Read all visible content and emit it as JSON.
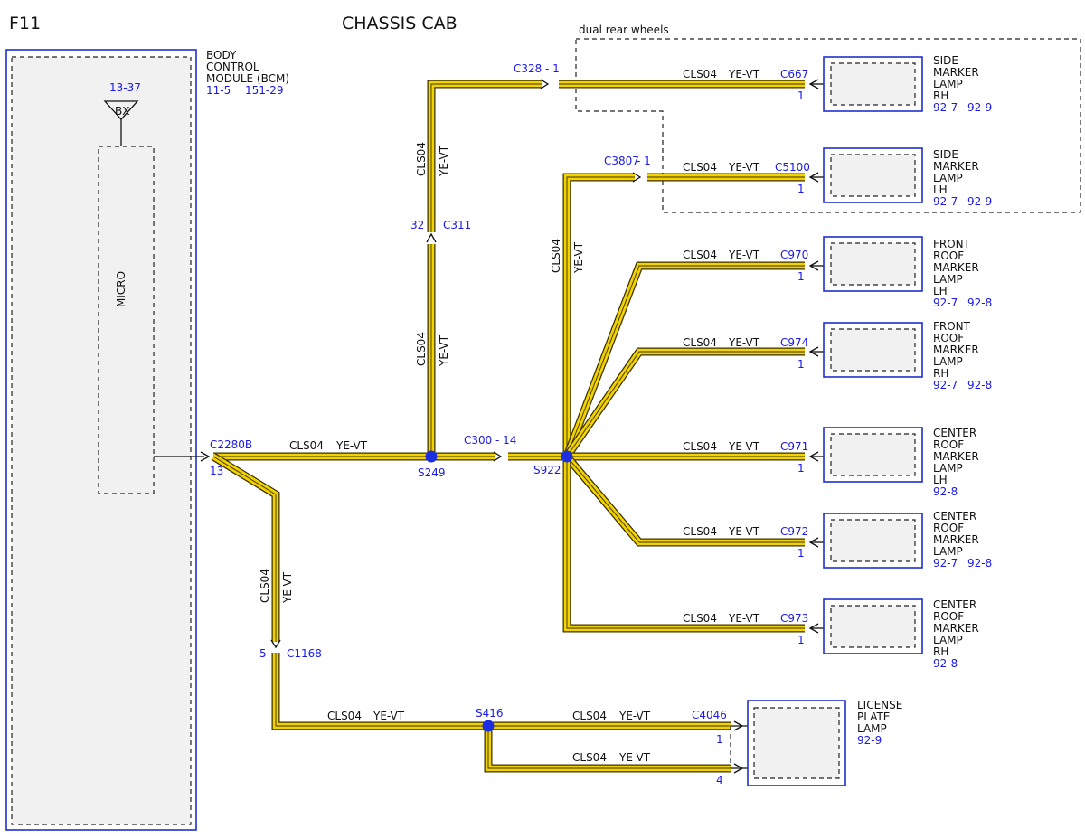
{
  "page_id": "F11",
  "title": "CHASSIS CAB",
  "optional_group_label": "dual rear wheels",
  "bcm": {
    "name_lines": [
      "BODY",
      "CONTROL",
      "MODULE (BCM)"
    ],
    "ref_a": "11-5",
    "ref_b": "151-29",
    "ground_ref": "13-37",
    "ground_label": "BX",
    "micro_label": "MICRO",
    "connector": "C2280B",
    "pin": "13"
  },
  "wire": {
    "circuit": "CLS04",
    "color": "YE-VT"
  },
  "splices": {
    "s249": "S249",
    "s922": "S922",
    "s416": "S416"
  },
  "inline_connectors": {
    "c328": {
      "id": "C328",
      "pin": "- 1"
    },
    "c311": {
      "id": "C311",
      "pin": "32"
    },
    "c300": {
      "id": "C300",
      "pin": "- 14"
    },
    "c3807": {
      "id": "C3807",
      "pin": "- 1"
    },
    "c1168": {
      "id": "C1168",
      "pin": "5"
    }
  },
  "loads": {
    "side_rh": {
      "connector": "C667",
      "pin": "1",
      "name_lines": [
        "SIDE",
        "MARKER",
        "LAMP",
        "RH"
      ],
      "ref_a": "92-7",
      "ref_b": "92-9"
    },
    "side_lh": {
      "connector": "C5100",
      "pin": "1",
      "name_lines": [
        "SIDE",
        "MARKER",
        "LAMP",
        "LH"
      ],
      "ref_a": "92-7",
      "ref_b": "92-9"
    },
    "front_lh": {
      "connector": "C970",
      "pin": "1",
      "name_lines": [
        "FRONT",
        "ROOF",
        "MARKER",
        "LAMP",
        "LH"
      ],
      "ref_a": "92-7",
      "ref_b": "92-8"
    },
    "front_rh": {
      "connector": "C974",
      "pin": "1",
      "name_lines": [
        "FRONT",
        "ROOF",
        "MARKER",
        "LAMP",
        "RH"
      ],
      "ref_a": "92-7",
      "ref_b": "92-8"
    },
    "center_lh": {
      "connector": "C971",
      "pin": "1",
      "name_lines": [
        "CENTER",
        "ROOF",
        "MARKER",
        "LAMP",
        "LH"
      ],
      "ref_a": "92-8"
    },
    "center_m": {
      "connector": "C972",
      "pin": "1",
      "name_lines": [
        "CENTER",
        "ROOF",
        "MARKER",
        "LAMP"
      ],
      "ref_a": "92-7",
      "ref_b": "92-8"
    },
    "center_rh": {
      "connector": "C973",
      "pin": "1",
      "name_lines": [
        "CENTER",
        "ROOF",
        "MARKER",
        "LAMP",
        "RH"
      ],
      "ref_a": "92-8"
    },
    "license": {
      "connector": "C4046",
      "pin_a": "1",
      "pin_b": "4",
      "name_lines": [
        "LICENSE",
        "PLATE",
        "LAMP"
      ],
      "ref_a": "92-9"
    }
  }
}
